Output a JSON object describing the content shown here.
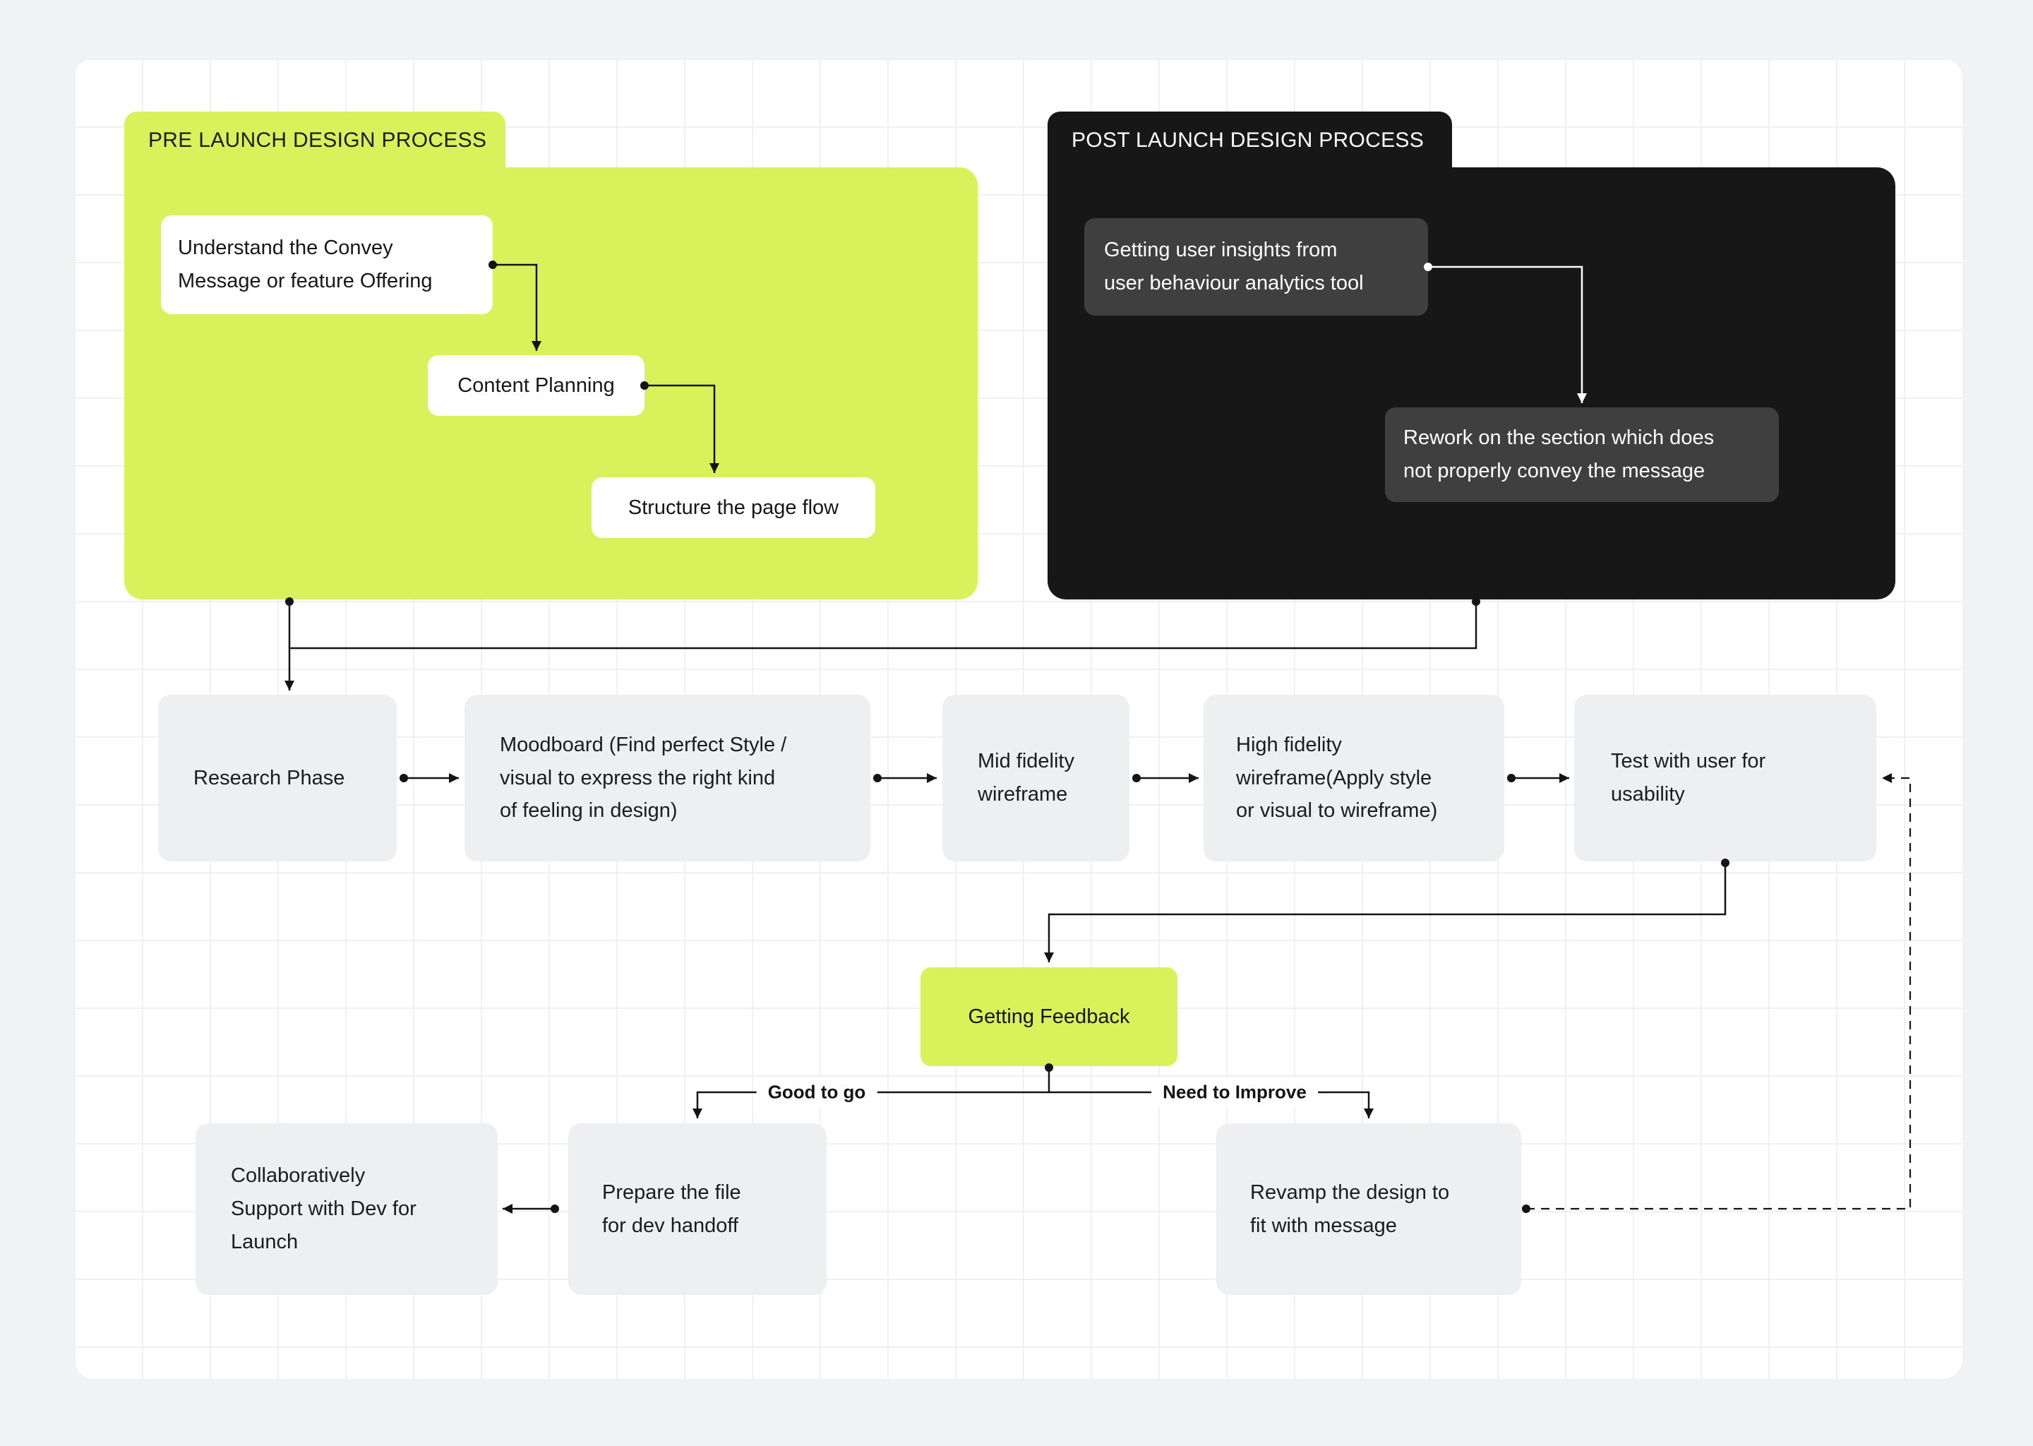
{
  "colors": {
    "page_background": "#f1f2f4",
    "canvas_background": "#ffffff",
    "lime_accent": "#d9f25b",
    "dark_container": "#171717",
    "dark_box": "#3f3f3f",
    "gray_box": "#edeff1",
    "line": "#141414"
  },
  "pre_launch": {
    "title": "PRE LAUNCH DESIGN PROCESS",
    "steps": [
      "Understand the Convey\nMessage or feature Offering",
      "Content Planning",
      "Structure the page flow"
    ]
  },
  "post_launch": {
    "title": "POST LAUNCH DESIGN PROCESS",
    "steps": [
      "Getting user insights from\nuser behaviour analytics tool",
      "Rework on the section which does\nnot properly convey the message"
    ]
  },
  "main_flow": [
    "Research Phase",
    "Moodboard (Find perfect Style /\nvisual to express the right kind\nof feeling in design)",
    "Mid fidelity\nwireframe",
    "High fidelity\nwireframe(Apply style\nor visual to wireframe)",
    "Test with user for\nusability"
  ],
  "feedback": {
    "node": "Getting Feedback",
    "branch_good": "Good to go",
    "branch_improve": "Need to Improve"
  },
  "outcomes": {
    "support": "Collaboratively\nSupport with Dev for\nLaunch",
    "handoff": "Prepare the file\nfor dev handoff",
    "revamp": "Revamp the design to\nfit with message"
  }
}
